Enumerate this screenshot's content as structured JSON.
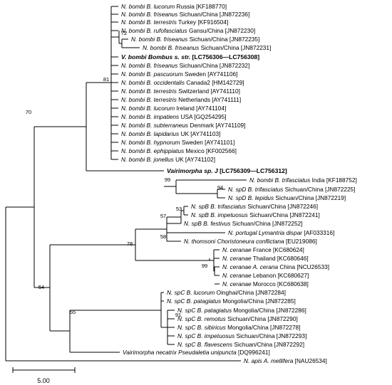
{
  "tree": {
    "leaves": [
      {
        "prefix": "N. bombi B. lucorum",
        "suffix": "Russia [KF188770]"
      },
      {
        "prefix": "N. bombi B. friseanus",
        "suffix": "Sichuan/China [JN872236]"
      },
      {
        "prefix": "N. bombi B. terrestris",
        "suffix": "Turkey [KF916504]"
      },
      {
        "prefix": "N. bombi B. rufofasciatus",
        "suffix": "Gansu/China [JN872230]"
      },
      {
        "prefix": "N. bombi B. friseanus",
        "suffix": "Sichuan/China [JN872235]"
      },
      {
        "prefix": "N. bombi B. friseanus",
        "suffix": "Sichuan/China [JN872231]"
      },
      {
        "prefix": "V. bombi Bombus s. str.",
        "suffix": "[LC756306—LC756308]",
        "bold": true
      },
      {
        "prefix": "N. bombi B. friseanus",
        "suffix": "Sichuan/China [JN872232]"
      },
      {
        "prefix": "N. bombi B. pascuorum",
        "suffix": "Sweden [AY741106]"
      },
      {
        "prefix": "N. bombi B. occidentalis",
        "suffix": "Canada2 [HM142729]"
      },
      {
        "prefix": "N. bombi B. terrestris",
        "suffix": "Switzerland [AY741110]"
      },
      {
        "prefix": "N. bombi B. terrestris",
        "suffix": "Netherlands [AY741111]"
      },
      {
        "prefix": "N. bombi B. lucorum",
        "suffix": "Ireland [AY741104]"
      },
      {
        "prefix": "N. bombi B. impatiens",
        "suffix": "USA [GQ254295]"
      },
      {
        "prefix": "N. bombi B. subterraneus",
        "suffix": "Denmark [AY741109]"
      },
      {
        "prefix": "N. bombi B. lapidarius",
        "suffix": "UK [AY741103]"
      },
      {
        "prefix": "N. bombi B. hypnorum",
        "suffix": "Sweden [AY741101]"
      },
      {
        "prefix": "N. bombi B. ephippiatus",
        "suffix": "Mexico [KF002566]"
      },
      {
        "prefix": "N. bombi B. jonellus",
        "suffix": "UK [AY741102]"
      },
      {
        "prefix": "Vairimorpha sp. J",
        "suffix": "[LC756309—LC756312]",
        "bold": true
      },
      {
        "prefix": "N. bombi B. trifasciatus",
        "suffix": "India [KF188752]"
      },
      {
        "prefix": "N. spD B. trifasciatus",
        "suffix": "Sichuan/China [JN872225]"
      },
      {
        "prefix": "N. spD B. lepidus",
        "suffix": "Sichuan/China [JN872219]"
      },
      {
        "prefix": "N. spB B. trifasciatus",
        "suffix": "Sichuan/China [JN872246]"
      },
      {
        "prefix": "N. spB B. impetuosus",
        "suffix": "Sichuan/China [JN872241]"
      },
      {
        "prefix": "N. spB B. festivus",
        "suffix": "Sichuan/China [JN872252]"
      },
      {
        "prefix": "N. portugal Lymantria dispar",
        "suffix": "[AF033316]"
      },
      {
        "prefix": "N. thomsoni Choristoneura conflictana",
        "suffix": "[EU219086]"
      },
      {
        "prefix": "N. ceranae",
        "suffix": "France [KC680624]"
      },
      {
        "prefix": "N. ceranae",
        "suffix": "Thailand [KC680646]"
      },
      {
        "prefix": "N. ceranae A. cerana",
        "suffix": "China [NCU26533]"
      },
      {
        "prefix": "N. ceranae",
        "suffix": "Lebanon [KC680627]"
      },
      {
        "prefix": "N. ceranae",
        "suffix": "Morocco [KC680638]"
      },
      {
        "prefix": "N. spC B. lucorum",
        "suffix": "Oinghai/China [JN872284]"
      },
      {
        "prefix": "N. spC B. patagiatus",
        "suffix": "Mongolia/China [JN872285]"
      },
      {
        "prefix": "N. spC B. patagiatus",
        "suffix": "Mongolia/China [JN872286]"
      },
      {
        "prefix": "N. spC B. remotus",
        "suffix": "Sichuan/China [JN872290]"
      },
      {
        "prefix": "N. spC B. sibiricus",
        "suffix": "Mongolia/China [JN872278]"
      },
      {
        "prefix": "N. spC B. impetuosus",
        "suffix": "Sichuan/China [JN872293]"
      },
      {
        "prefix": "N. spC B. flavescens",
        "suffix": "Sichuan/China [JN872292]"
      },
      {
        "prefix": "Vairimorpha necatrix Pseudaletia unipuncta",
        "suffix": "[DQ996241]"
      },
      {
        "prefix": "N. apis A. mellifera",
        "suffix": "[NAU26534]"
      }
    ],
    "supports": [
      "72",
      "81",
      "70",
      "99",
      "94",
      "53",
      "57",
      "58",
      "78",
      "99",
      "54",
      "91",
      "55"
    ],
    "scale_label": "5.00"
  }
}
